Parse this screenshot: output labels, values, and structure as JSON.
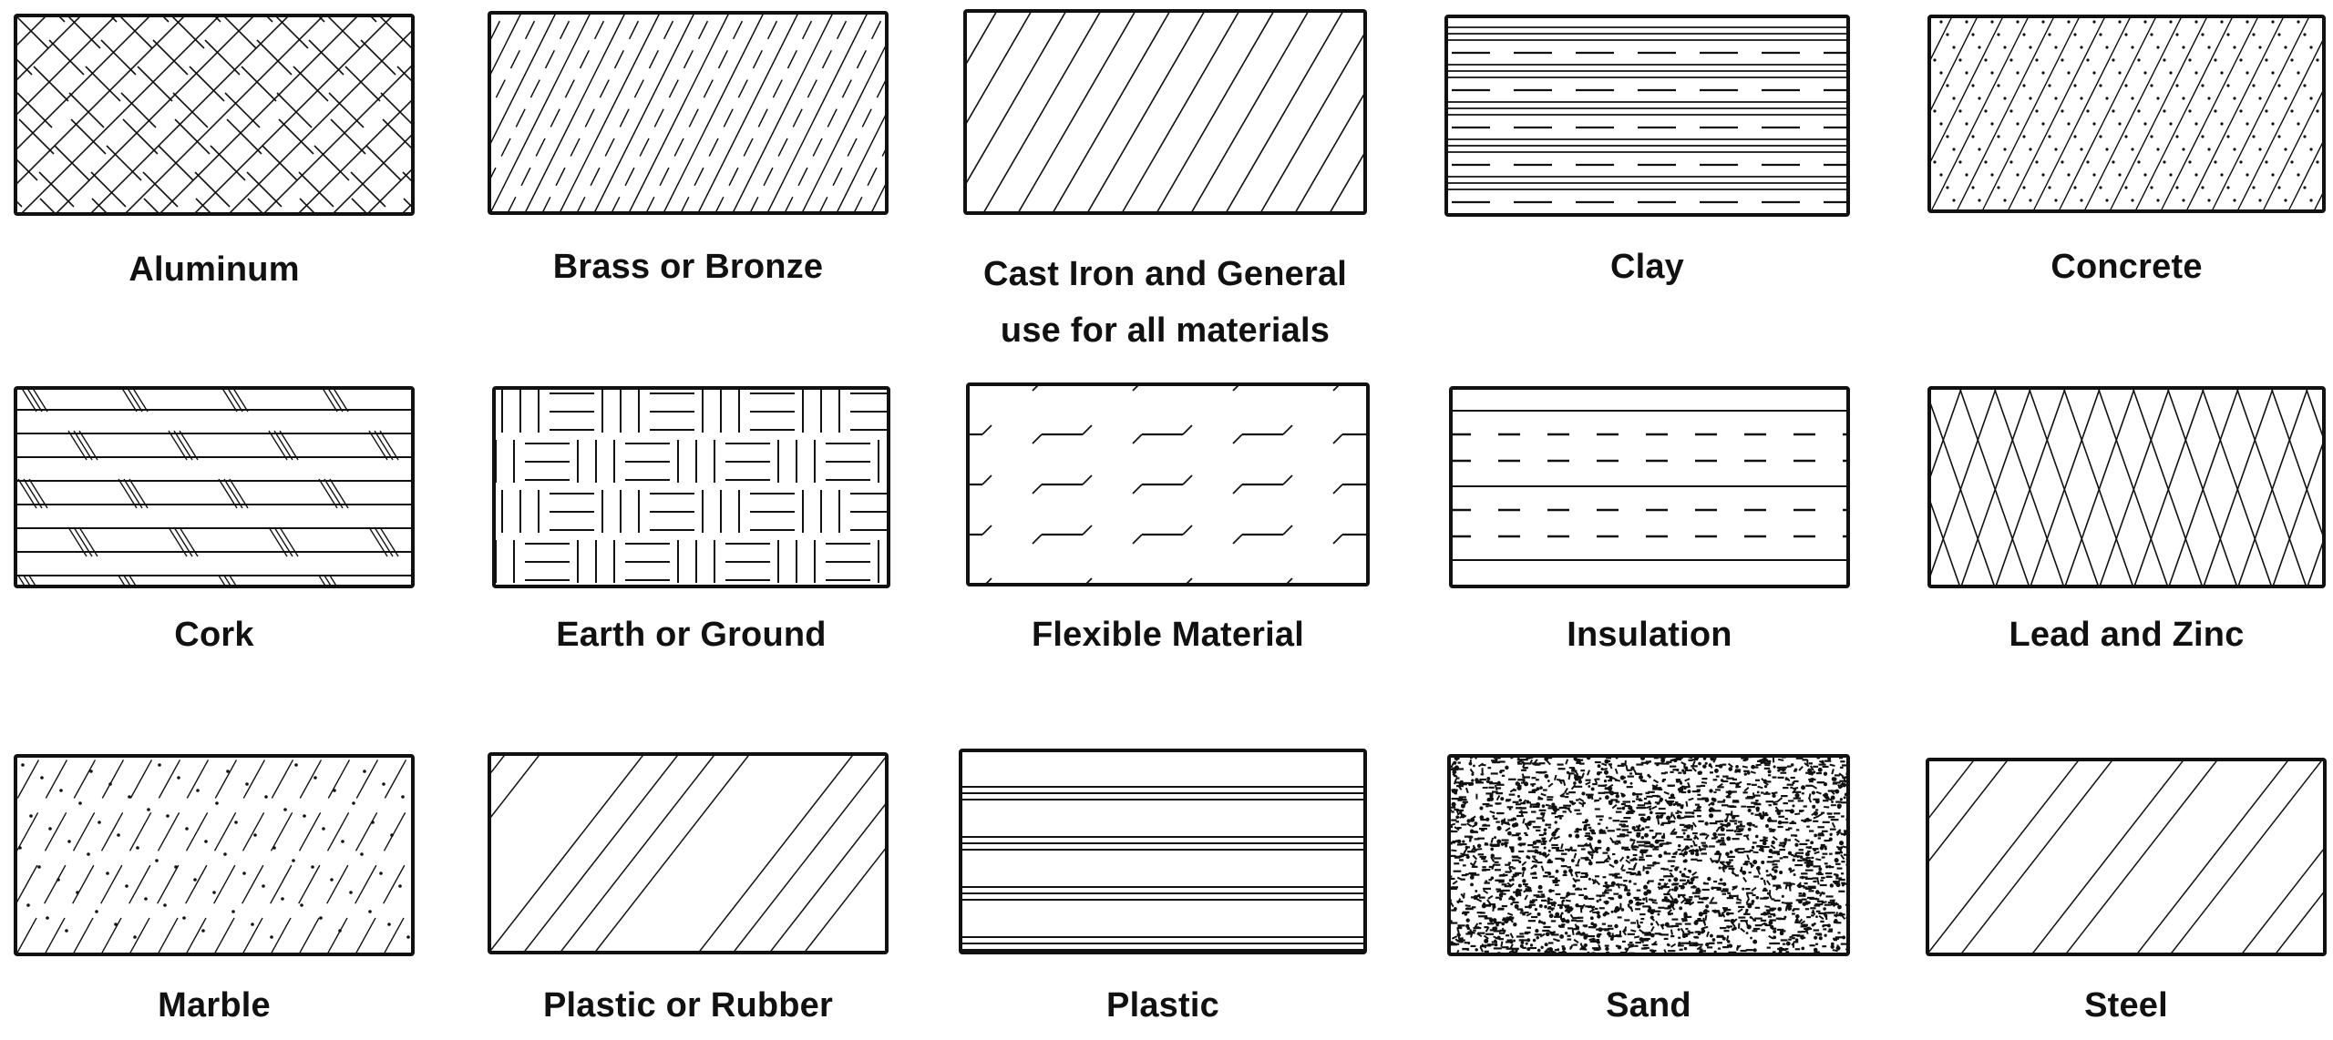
{
  "diagram": {
    "type": "material-section-hatch-legend",
    "colors": {
      "ink": "#111111",
      "background": "#ffffff"
    },
    "grid": {
      "columns": 5,
      "rows": 3
    },
    "materials": [
      {
        "id": "aluminum",
        "label": "Aluminum",
        "label_lines": [
          "Aluminum"
        ],
        "pattern": "aluminum-hatch-icon",
        "row": 0,
        "col": 0
      },
      {
        "id": "brass",
        "label": "Brass or Bronze",
        "label_lines": [
          "Brass or Bronze"
        ],
        "pattern": "brass-hatch-icon",
        "row": 0,
        "col": 1
      },
      {
        "id": "cast-iron",
        "label": "Cast Iron and General use for all materials",
        "label_lines": [
          "Cast Iron and General",
          "use for all materials"
        ],
        "pattern": "cast-iron-hatch-icon",
        "row": 0,
        "col": 2
      },
      {
        "id": "clay",
        "label": "Clay",
        "label_lines": [
          "Clay"
        ],
        "pattern": "clay-hatch-icon",
        "row": 0,
        "col": 3
      },
      {
        "id": "concrete",
        "label": "Concrete",
        "label_lines": [
          "Concrete"
        ],
        "pattern": "concrete-hatch-icon",
        "row": 0,
        "col": 4
      },
      {
        "id": "cork",
        "label": "Cork",
        "label_lines": [
          "Cork"
        ],
        "pattern": "cork-hatch-icon",
        "row": 1,
        "col": 0
      },
      {
        "id": "earth",
        "label": "Earth or Ground",
        "label_lines": [
          "Earth or Ground"
        ],
        "pattern": "earth-hatch-icon",
        "row": 1,
        "col": 1
      },
      {
        "id": "flexible",
        "label": "Flexible Material",
        "label_lines": [
          "Flexible Material"
        ],
        "pattern": "flexible-hatch-icon",
        "row": 1,
        "col": 2
      },
      {
        "id": "insulation",
        "label": "Insulation",
        "label_lines": [
          "Insulation"
        ],
        "pattern": "insulation-hatch-icon",
        "row": 1,
        "col": 3
      },
      {
        "id": "lead-zinc",
        "label": "Lead and Zinc",
        "label_lines": [
          "Lead and Zinc"
        ],
        "pattern": "lead-zinc-hatch-icon",
        "row": 1,
        "col": 4
      },
      {
        "id": "marble",
        "label": "Marble",
        "label_lines": [
          "Marble"
        ],
        "pattern": "marble-hatch-icon",
        "row": 2,
        "col": 0
      },
      {
        "id": "plastic-rubber",
        "label": "Plastic or Rubber",
        "label_lines": [
          "Plastic or Rubber"
        ],
        "pattern": "plastic-rubber-hatch-icon",
        "row": 2,
        "col": 1
      },
      {
        "id": "plastic",
        "label": "Plastic",
        "label_lines": [
          "Plastic"
        ],
        "pattern": "plastic-hatch-icon",
        "row": 2,
        "col": 2
      },
      {
        "id": "sand",
        "label": "Sand",
        "label_lines": [
          "Sand"
        ],
        "pattern": "sand-hatch-icon",
        "row": 2,
        "col": 3
      },
      {
        "id": "steel",
        "label": "Steel",
        "label_lines": [
          "Steel"
        ],
        "pattern": "steel-hatch-icon",
        "row": 2,
        "col": 4
      }
    ]
  }
}
